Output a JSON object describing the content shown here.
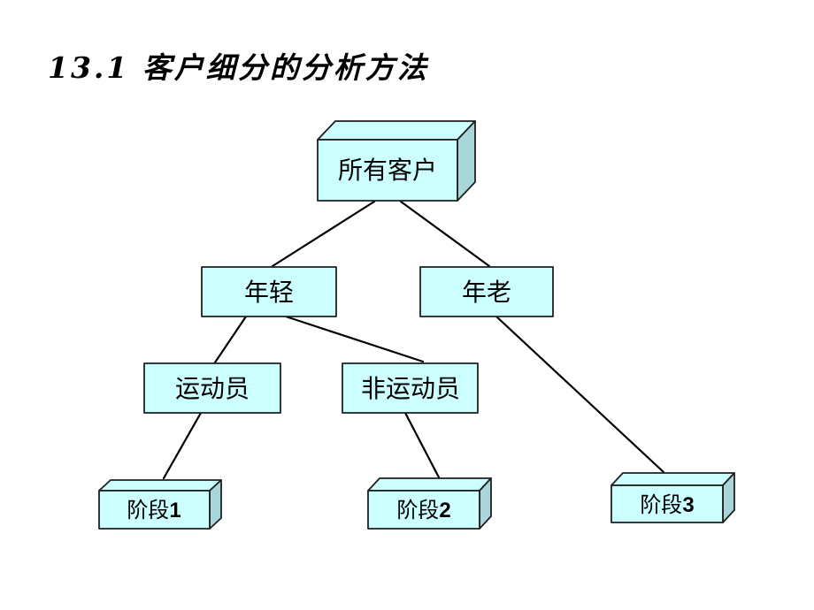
{
  "slide": {
    "title": "13.1  客户细分的分析方法"
  },
  "colors": {
    "background": "#ffffff",
    "node_fill": "#ccffff",
    "node_top": "#ccffff",
    "node_side": "#a9d6d9",
    "node_border": "#1f1f1f",
    "edge": "#000000",
    "text": "#000000"
  },
  "tree": {
    "root": {
      "id": "all-customers",
      "label": "所有客户",
      "shape": "cube"
    },
    "level2": [
      {
        "id": "young",
        "label": "年轻",
        "shape": "rect"
      },
      {
        "id": "old",
        "label": "年老",
        "shape": "rect"
      }
    ],
    "level3": [
      {
        "id": "athlete",
        "label": "运动员",
        "shape": "rect"
      },
      {
        "id": "non-athlete",
        "label": "非运动员",
        "shape": "rect"
      }
    ],
    "stages": [
      {
        "id": "stage-1",
        "label": "阶段",
        "num": "1",
        "shape": "cube"
      },
      {
        "id": "stage-2",
        "label": "阶段",
        "num": "2",
        "shape": "cube"
      },
      {
        "id": "stage-3",
        "label": "阶段",
        "num": "3",
        "shape": "cube"
      }
    ],
    "edges": [
      {
        "from": "所有客户",
        "to": "年轻"
      },
      {
        "from": "所有客户",
        "to": "年老"
      },
      {
        "from": "年轻",
        "to": "运动员"
      },
      {
        "from": "年轻",
        "to": "非运动员"
      },
      {
        "from": "年老",
        "to": "阶段3"
      },
      {
        "from": "运动员",
        "to": "阶段1"
      },
      {
        "from": "非运动员",
        "to": "阶段2"
      }
    ]
  }
}
